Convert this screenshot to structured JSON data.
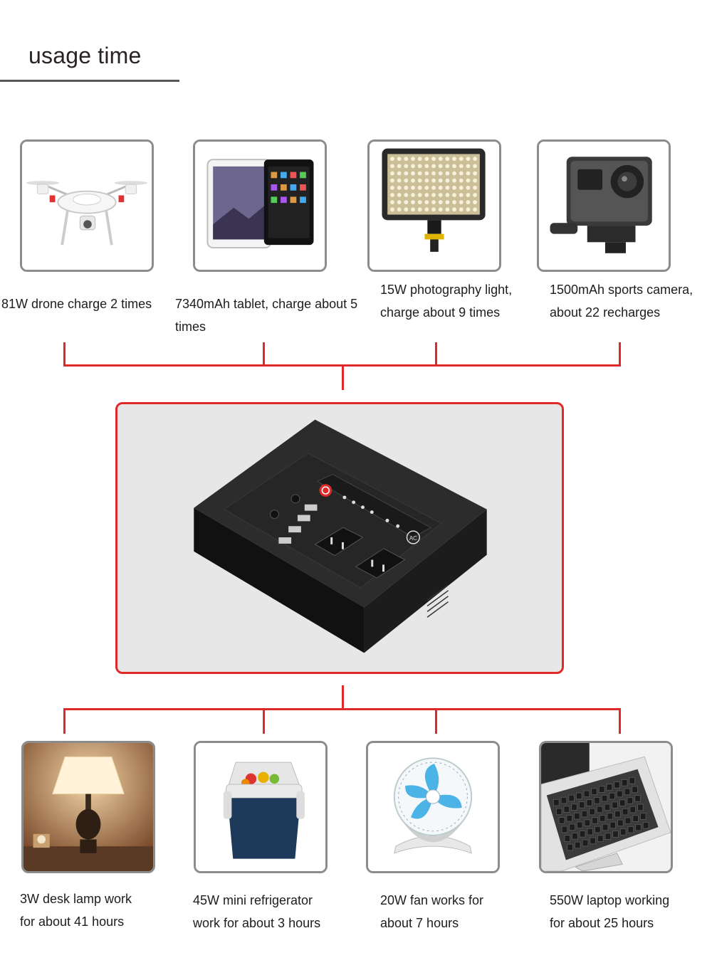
{
  "heading": "usage time",
  "devices_top": [
    {
      "icon": "drone-icon",
      "caption": "81W drone charge 2 times"
    },
    {
      "icon": "tablet-icon",
      "caption": "7340mAh tablet, charge about 5\ntimes"
    },
    {
      "icon": "photography-light-icon",
      "caption": "15W photography light,\ncharge about 9 times"
    },
    {
      "icon": "sports-camera-icon",
      "caption": "1500mAh sports camera,\nabout 22 recharges"
    }
  ],
  "devices_bottom": [
    {
      "icon": "desk-lamp-icon",
      "caption": "3W desk lamp work\nfor about 41 hours"
    },
    {
      "icon": "mini-refrigerator-icon",
      "caption": "45W mini refrigerator\nwork for about 3 hours"
    },
    {
      "icon": "fan-icon",
      "caption": "20W fan works for\nabout 7 hours"
    },
    {
      "icon": "laptop-icon",
      "caption": "550W laptop working\nfor about 25 hours"
    }
  ],
  "product": {
    "icon": "power-station-icon",
    "panel_label": "AC"
  },
  "colors": {
    "connector": "#e02a2a",
    "card_border": "#8c8c8c",
    "product_bg": "#e7e7e7"
  }
}
